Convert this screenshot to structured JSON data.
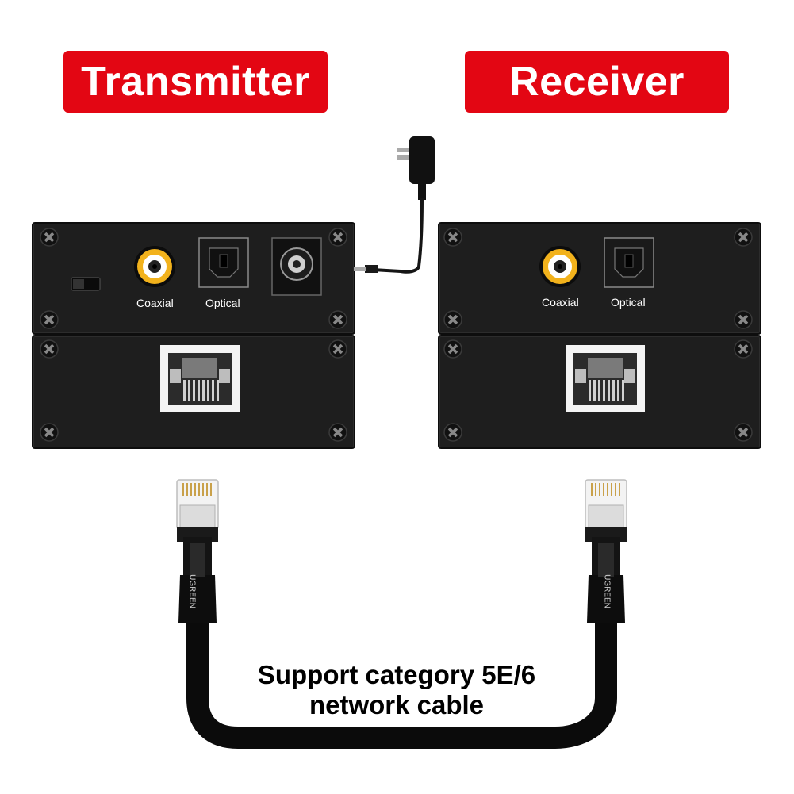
{
  "transmitter": {
    "title": "Transmitter",
    "coaxial_label": "Coaxial",
    "optical_label": "Optical"
  },
  "receiver": {
    "title": "Receiver",
    "coaxial_label": "Coaxial",
    "optical_label": "Optical"
  },
  "cable": {
    "brand": "UGREEN",
    "caption_line1": "Support category 5E/6",
    "caption_line2": "network cable"
  },
  "colors": {
    "label_red": "#e30613",
    "device_body": "#1e1e1e",
    "coax_ring": "#f2b21c",
    "cable": "#0b0b0b"
  }
}
